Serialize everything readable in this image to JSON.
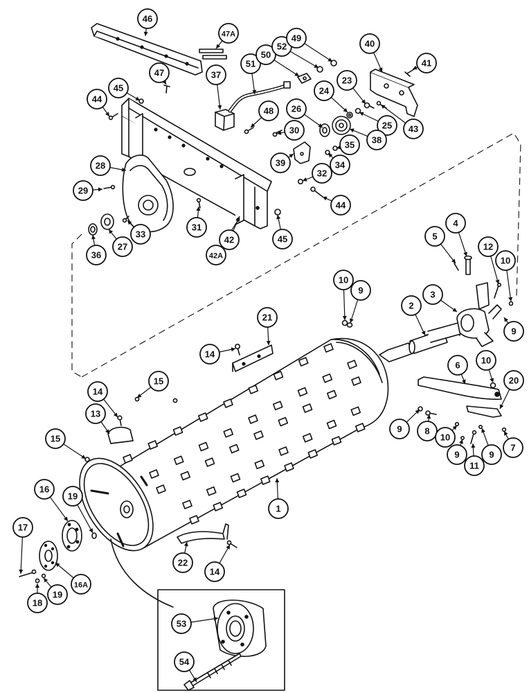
{
  "diagram": {
    "callouts": [
      {
        "id": "c46",
        "label": "46"
      },
      {
        "id": "c47A",
        "label": "47A"
      },
      {
        "id": "c47",
        "label": "47"
      },
      {
        "id": "c37",
        "label": "37"
      },
      {
        "id": "c51",
        "label": "51"
      },
      {
        "id": "c50",
        "label": "50"
      },
      {
        "id": "c52",
        "label": "52"
      },
      {
        "id": "c49",
        "label": "49"
      },
      {
        "id": "c40",
        "label": "40"
      },
      {
        "id": "c41",
        "label": "41"
      },
      {
        "id": "c44a",
        "label": "44"
      },
      {
        "id": "c45a",
        "label": "45"
      },
      {
        "id": "c48",
        "label": "48"
      },
      {
        "id": "c26",
        "label": "26"
      },
      {
        "id": "c24",
        "label": "24"
      },
      {
        "id": "c23",
        "label": "23"
      },
      {
        "id": "c25",
        "label": "25"
      },
      {
        "id": "c43",
        "label": "43"
      },
      {
        "id": "c30",
        "label": "30"
      },
      {
        "id": "c38",
        "label": "38"
      },
      {
        "id": "c35",
        "label": "35"
      },
      {
        "id": "c34",
        "label": "34"
      },
      {
        "id": "c39",
        "label": "39"
      },
      {
        "id": "c28",
        "label": "28"
      },
      {
        "id": "c29",
        "label": "29"
      },
      {
        "id": "c32",
        "label": "32"
      },
      {
        "id": "c44b",
        "label": "44"
      },
      {
        "id": "c31",
        "label": "31"
      },
      {
        "id": "c42",
        "label": "42"
      },
      {
        "id": "c42A",
        "label": "42A"
      },
      {
        "id": "c45b",
        "label": "45"
      },
      {
        "id": "c33",
        "label": "33"
      },
      {
        "id": "c27",
        "label": "27"
      },
      {
        "id": "c36",
        "label": "36"
      },
      {
        "id": "c4",
        "label": "4"
      },
      {
        "id": "c5",
        "label": "5"
      },
      {
        "id": "c12",
        "label": "12"
      },
      {
        "id": "c10a",
        "label": "10"
      },
      {
        "id": "c3",
        "label": "3"
      },
      {
        "id": "c2",
        "label": "2"
      },
      {
        "id": "c10b",
        "label": "10"
      },
      {
        "id": "c9a",
        "label": "9"
      },
      {
        "id": "c9b",
        "label": "9"
      },
      {
        "id": "c21",
        "label": "21"
      },
      {
        "id": "c14a",
        "label": "14"
      },
      {
        "id": "c6",
        "label": "6"
      },
      {
        "id": "c10c",
        "label": "10"
      },
      {
        "id": "c20",
        "label": "20"
      },
      {
        "id": "c15a",
        "label": "15"
      },
      {
        "id": "c14b",
        "label": "14"
      },
      {
        "id": "c13",
        "label": "13"
      },
      {
        "id": "c9c",
        "label": "9"
      },
      {
        "id": "c8",
        "label": "8"
      },
      {
        "id": "c10d",
        "label": "10"
      },
      {
        "id": "c7",
        "label": "7"
      },
      {
        "id": "c9d",
        "label": "9"
      },
      {
        "id": "c9e",
        "label": "9"
      },
      {
        "id": "c11",
        "label": "11"
      },
      {
        "id": "c15b",
        "label": "15"
      },
      {
        "id": "c1",
        "label": "1"
      },
      {
        "id": "c16",
        "label": "16"
      },
      {
        "id": "c19a",
        "label": "19"
      },
      {
        "id": "c17",
        "label": "17"
      },
      {
        "id": "c22",
        "label": "22"
      },
      {
        "id": "c14c",
        "label": "14"
      },
      {
        "id": "c16A",
        "label": "16A"
      },
      {
        "id": "c19b",
        "label": "19"
      },
      {
        "id": "c18",
        "label": "18"
      },
      {
        "id": "c53",
        "label": "53"
      },
      {
        "id": "c54",
        "label": "54"
      }
    ]
  }
}
